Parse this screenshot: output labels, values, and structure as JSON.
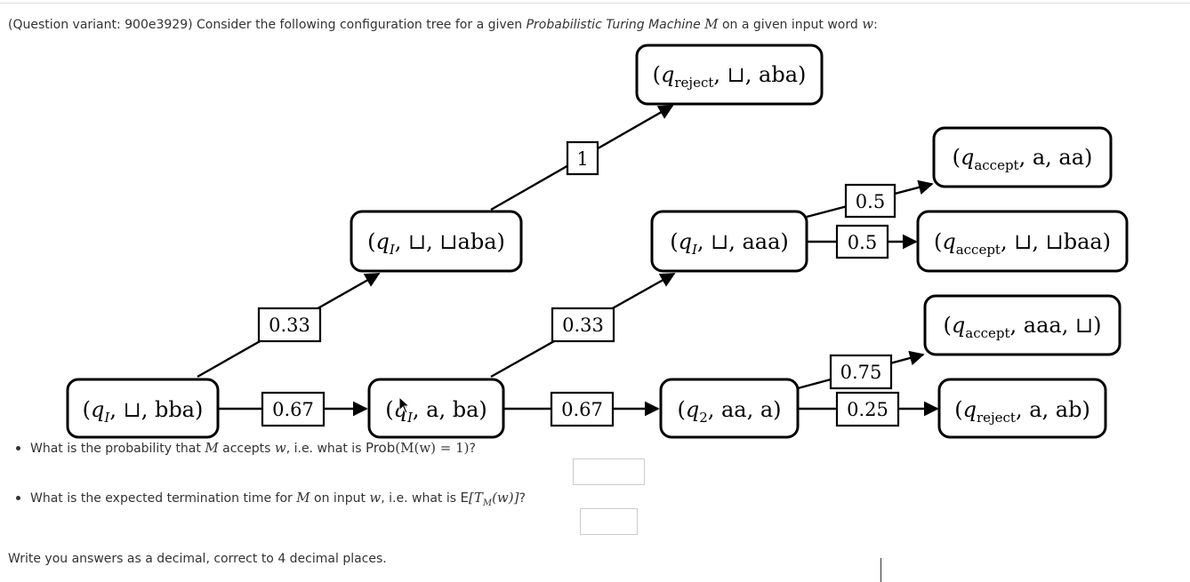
{
  "question": {
    "prefix": "(Question variant: 900e3929) Consider the following configuration tree for a given ",
    "emphasis": "Probabilistic Turing Machine",
    "machine_symbol": "M",
    "middle": " on a given input word ",
    "word_symbol": "w",
    "suffix": ":"
  },
  "tree": {
    "nodes": {
      "root": {
        "q": "q",
        "sub": "I",
        "rest": ", ⊔, bba)"
      },
      "n_up": {
        "q": "q",
        "sub": "I",
        "rest": ", ⊔, ⊔aba)"
      },
      "n_mid": {
        "q": "q",
        "sub": "I",
        "rest": ", a, ba)"
      },
      "n_reject1": {
        "q": "q",
        "sub": "reject",
        "rest": ", ⊔, aba)"
      },
      "n_qaaa": {
        "q": "q",
        "sub": "I",
        "rest": ", ⊔, aaa)"
      },
      "n_q2": {
        "q": "q",
        "sub": "2",
        "rest": ", aa, a)"
      },
      "n_acc1": {
        "q": "q",
        "sub": "accept",
        "rest": ", a, aa)"
      },
      "n_acc2": {
        "q": "q",
        "sub": "accept",
        "rest": ", ⊔, ⊔baa)"
      },
      "n_acc3": {
        "q": "q",
        "sub": "accept",
        "rest": ", aaa, ⊔)"
      },
      "n_reject2": {
        "q": "q",
        "sub": "reject",
        "rest": ", a, ab)"
      }
    },
    "edge_labels": {
      "root_up": "0.33",
      "root_mid": "0.67",
      "up_reject": "1",
      "mid_aaa": "0.33",
      "mid_q2": "0.67",
      "aaa_acc1": "0.5",
      "aaa_acc2": "0.5",
      "q2_acc3": "0.75",
      "q2_reject": "0.25"
    }
  },
  "questions": [
    {
      "text_before": "What is the probability that ",
      "math1": "M",
      "text_mid": " accepts ",
      "math2": "w",
      "text_after": ", i.e. what is ",
      "func": "Prob",
      "formula": "(M(w) = 1)",
      "end": "?",
      "answer_value": ""
    },
    {
      "text_before": "What is the expected termination time for ",
      "math1": "M",
      "text_mid": " on input ",
      "math2": "w",
      "text_after": ", i.e. what is ",
      "func": "E",
      "formula": "[T",
      "formula_sub": "M",
      "formula_end": "(w)]",
      "end": "?",
      "answer_value": ""
    }
  ],
  "footer": "Write you answers as a decimal, correct to 4 decimal places."
}
